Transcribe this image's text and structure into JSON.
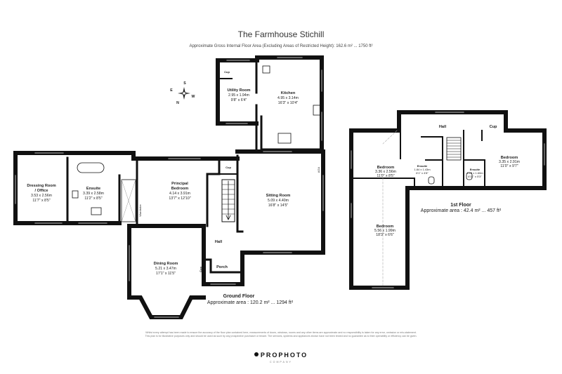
{
  "header": {
    "title": "The Farmhouse Stichill",
    "subtitle": "Approximate Gross Internal Floor Area (Excluding Areas of Restricted Height): 162.6 m² ... 1750 ft²"
  },
  "compass": {
    "n": "N",
    "s": "S",
    "e": "E",
    "w": "W"
  },
  "ground_floor": {
    "label": "Ground Floor",
    "area": "Approximate area : 120.2 m² ... 1294 ft²",
    "rooms": {
      "utility": {
        "name": "Utility Room",
        "metric": "2.95 x 1.94m",
        "imperial": "9'8\" x 6'4\""
      },
      "kitchen": {
        "name": "Kitchen",
        "metric": "4.95 x 3.14m",
        "imperial": "16'3\" x 10'4\""
      },
      "dressing": {
        "name": "Dressing Room / Office",
        "name_line1": "Dressing Room",
        "name_line2": "/ Office",
        "metric": "3.53 x 2.56m",
        "imperial": "11'7\" x 8'5\""
      },
      "ensuite": {
        "name": "Ensuite",
        "metric": "3.39 x 2.58m",
        "imperial": "11'2\" x 8'5\""
      },
      "principal": {
        "name": "Principal Bedroom",
        "name_line1": "Principal",
        "name_line2": "Bedroom",
        "metric": "4.14 x 3.91m",
        "imperial": "13'7\" x 12'10\""
      },
      "sitting": {
        "name": "Sitting Room",
        "metric": "5.09 x 4.40m",
        "imperial": "16'8\" x 14'5\""
      },
      "dining": {
        "name": "Dining Room",
        "metric": "5.21 x 3.47m",
        "imperial": "17'1\" x 11'5\""
      },
      "hall": {
        "name": "Hall"
      },
      "porch": {
        "name": "Porch"
      },
      "wardrobe": {
        "name": "Wardrobe"
      },
      "cup_utility": {
        "name": "Cup"
      },
      "cup_hall": {
        "name": "Cup"
      },
      "cup_dining": {
        "name": "Cup"
      },
      "aga": {
        "name": "AGA"
      }
    }
  },
  "first_floor": {
    "label": "1st Floor",
    "area": "Approximate area : 42.4 m² ... 457 ft²",
    "rooms": {
      "hall": {
        "name": "Hall"
      },
      "cup": {
        "name": "Cup"
      },
      "bedroom_a": {
        "name": "Bedroom",
        "metric": "3.36 x 2.56m",
        "imperial": "11'0\" x 8'5\""
      },
      "ensuite_a": {
        "name": "Ensuite",
        "metric": "1.84 x 1.43m",
        "imperial": "6'1\" x 4'8\""
      },
      "ensuite_b": {
        "name": "Ensuite",
        "metric": "2.10 x 1.60m",
        "imperial": "6'11\" x 5'3\""
      },
      "bedroom_b": {
        "name": "Bedroom",
        "metric": "3.35 x 2.91m",
        "imperial": "11'0\" x 9'7\""
      },
      "bedroom_c": {
        "name": "Bedroom",
        "metric": "5.56 x 1.99m",
        "imperial": "18'3\" x 6'6\""
      }
    }
  },
  "footer": {
    "disclaimer_1": "Whilst every attempt has been made to ensure the accuracy of the floor plan contained here, measurements of doors, windows, rooms and any other items are approximate and no responsibility is taken for any error, omission or mis-statement.",
    "disclaimer_2": "This plan is for illustrative purposes only and should be used as such by any prospective purchaser or tenant. The services, systems and appliances shown have not been tested and no guarantee as to their operability or efficiency can be given.",
    "brand": "PROPHOTO",
    "brand_sub": "COMPANY"
  }
}
